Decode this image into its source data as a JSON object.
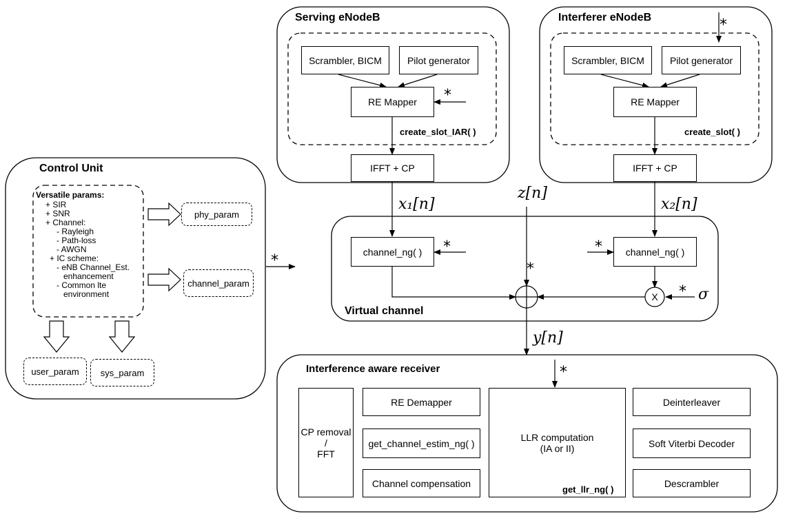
{
  "serving": {
    "title": "Serving eNodeB",
    "scrambler": "Scrambler, BICM",
    "pilot": "Pilot generator",
    "mapper": "RE Mapper",
    "func": "create_slot_IAR( )",
    "ifft": "IFFT + CP"
  },
  "interferer": {
    "title": "Interferer eNodeB",
    "scrambler": "Scrambler, BICM",
    "pilot": "Pilot generator",
    "mapper": "RE Mapper",
    "func": "create_slot( )",
    "ifft": "IFFT + CP"
  },
  "control": {
    "title": "Control Unit",
    "params_title": "Versatile params:",
    "params": [
      "+ SIR",
      "+ SNR",
      "+ Channel:",
      "- Rayleigh",
      "- Path-loss",
      "- AWGN",
      "+ IC scheme:",
      "- eNB Channel_Est.",
      "enhancement",
      "- Common lte",
      "environment"
    ],
    "phy_param": "phy_param",
    "channel_param": "channel_param",
    "user_param": "user_param",
    "sys_param": "sys_param"
  },
  "virtual_channel": {
    "title": "Virtual channel",
    "channel_left": "channel_ng( )",
    "channel_right": "channel_ng( )",
    "multiplier": "X",
    "sigma": "σ"
  },
  "signals": {
    "x1": "x₁[n]",
    "x2": "x₂[n]",
    "z": "z[n]",
    "y": "y[n]"
  },
  "star": "*",
  "receiver": {
    "title": "Interference aware receiver",
    "cp_removal": "CP removal\n/\nFFT",
    "re_demapper": "RE Demapper",
    "channel_estim": "get_channel_estim_ng( )",
    "channel_comp": "Channel compensation",
    "llr": "LLR computation\n(IA or II)",
    "llr_func": "get_llr_ng( )",
    "deinterleaver": "Deinterleaver",
    "viterbi": "Soft Viterbi Decoder",
    "descrambler": "Descrambler"
  }
}
